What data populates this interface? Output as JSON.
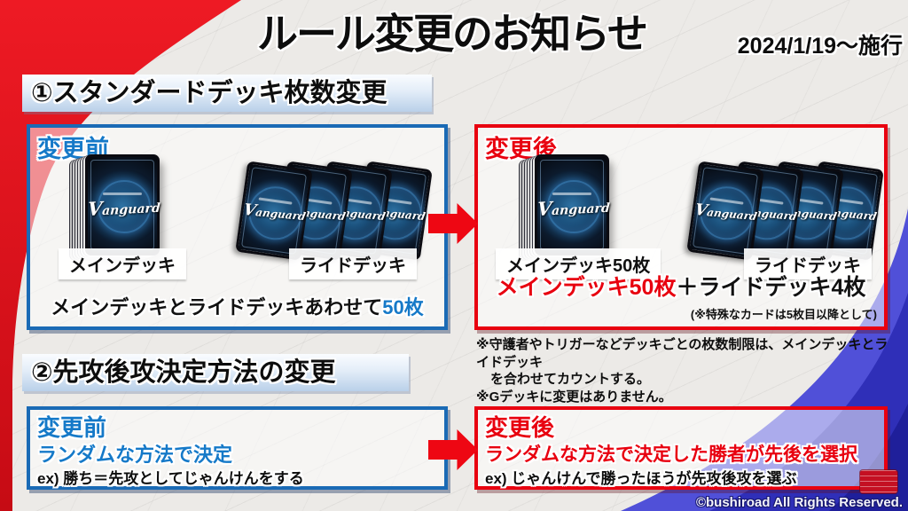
{
  "page": {
    "title": "ルール変更のお知らせ",
    "date": "2024/1/19～施行",
    "copyright": "©bushiroad All Rights Reserved."
  },
  "section1": {
    "heading": "①スタンダードデッキ枚数変更",
    "before": {
      "label": "変更前",
      "main_deck_label": "メインデッキ",
      "ride_deck_label": "ライドデッキ",
      "summary_prefix": "メインデッキとライドデッキあわせて",
      "summary_highlight": "50枚"
    },
    "after": {
      "label": "変更後",
      "main_deck_label": "メインデッキ50枚",
      "ride_deck_label": "ライドデッキ",
      "summary_highlight": "メインデッキ50枚",
      "summary_rest": "＋ライドデッキ4枚",
      "summary_note": "(※特殊なカードは5枚目以降として)"
    },
    "notes": [
      "※守護者やトリガーなどデッキごとの枚数制限は、メインデッキとライドデッキ",
      "を合わせてカウントする。",
      "※Gデッキに変更はありません。"
    ]
  },
  "section2": {
    "heading": "②先攻後攻決定方法の変更",
    "before": {
      "label": "変更前",
      "rule": "ランダムな方法で決定",
      "example": "ex) 勝ち＝先攻としてじゃんけんをする"
    },
    "after": {
      "label": "変更後",
      "rule": "ランダムな方法で決定した勝者が先後を選択",
      "example": "ex) じゃんけんで勝ったほうが先攻後攻を選ぶ"
    }
  },
  "card": {
    "logo": "Vanguard"
  },
  "colors": {
    "red": "#e8000f",
    "blue_text": "#1579c8",
    "blue_border": "#1a6ab5",
    "swoosh_blue": "#2f2fb8"
  }
}
